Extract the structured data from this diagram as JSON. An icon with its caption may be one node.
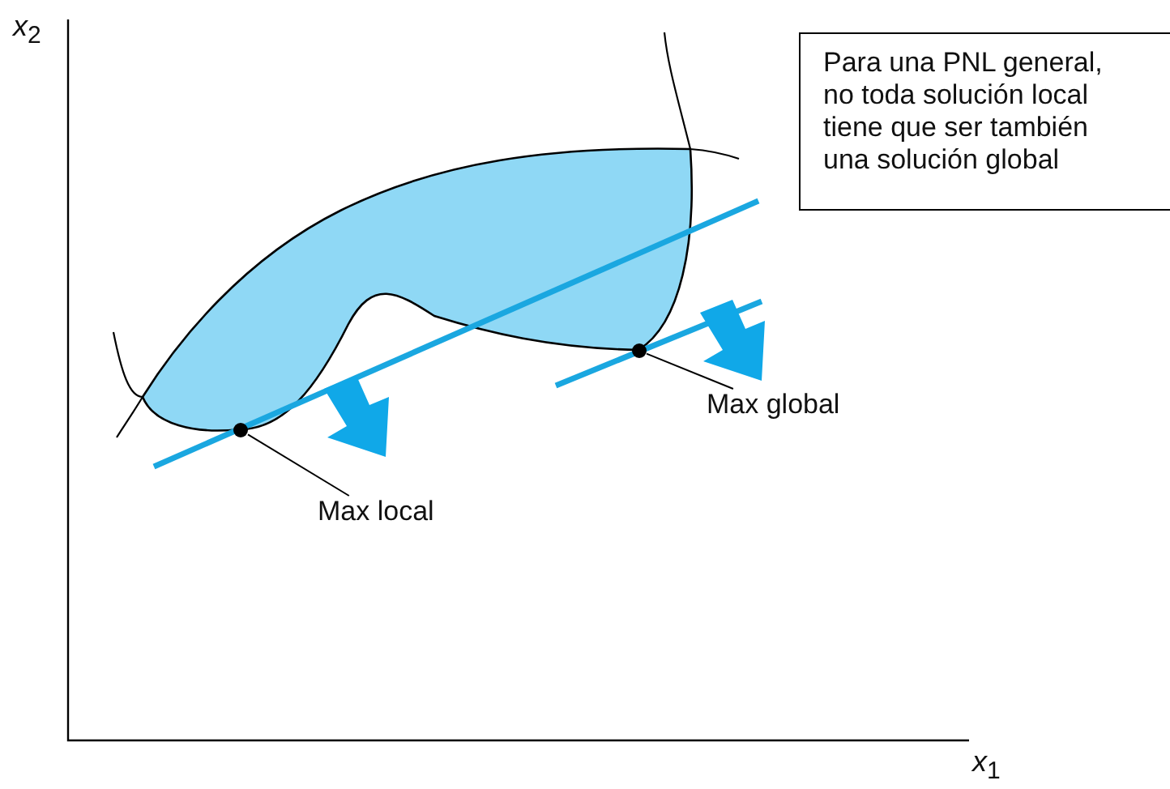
{
  "diagram": {
    "nodes": [
      {
        "text": [
          "Para una PNL general, no toda solución local tiene que ser también una solución global"
        ]
      },
      {
        "text": [
          "Max local"
        ]
      },
      {
        "text": [],
        "shape": "circle"
      },
      {
        "text": [
          "Max global"
        ]
      },
      {
        "text": [],
        "shape": "circle"
      }
    ],
    "edges": [
      {
        "from": 1,
        "to": 2,
        "arrow": "none"
      },
      {
        "from": 3,
        "to": 4,
        "arrow": "none"
      }
    ],
    "labels": [
      "*x*$_{2}$",
      "*x*$_{1}$"
    ]
  }
}
